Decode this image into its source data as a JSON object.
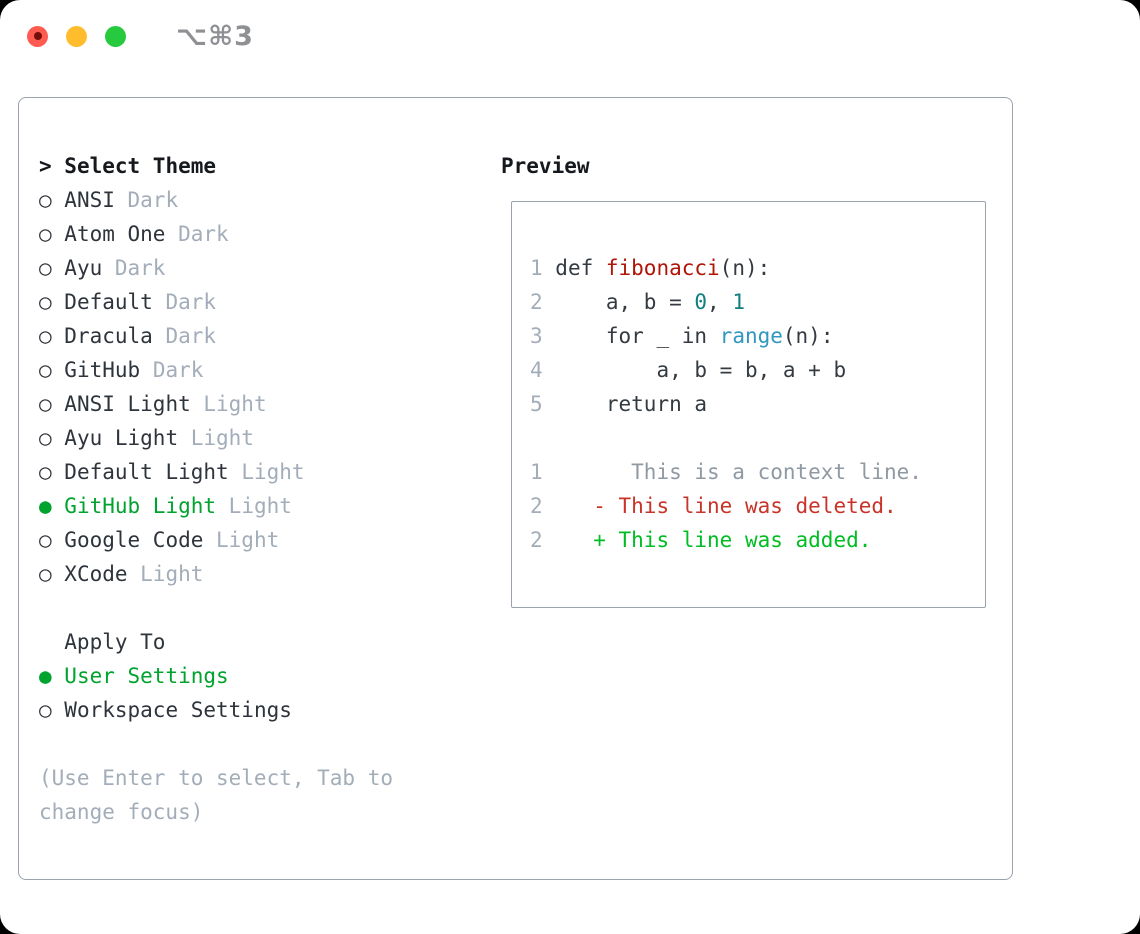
{
  "titlebar": {
    "title": "⌥⌘3",
    "buttons": [
      "close",
      "minimize",
      "zoom"
    ]
  },
  "icons": {
    "radio_unselected": "○",
    "radio_selected": "●",
    "cursor": ">"
  },
  "left_panel": {
    "header": {
      "cursor": "> ",
      "label": "Select Theme"
    },
    "themes": [
      {
        "name": "ANSI",
        "variant": "Dark",
        "selected": false
      },
      {
        "name": "Atom One",
        "variant": "Dark",
        "selected": false
      },
      {
        "name": "Ayu",
        "variant": "Dark",
        "selected": false
      },
      {
        "name": "Default",
        "variant": "Dark",
        "selected": false
      },
      {
        "name": "Dracula",
        "variant": "Dark",
        "selected": false
      },
      {
        "name": "GitHub",
        "variant": "Dark",
        "selected": false
      },
      {
        "name": "ANSI Light",
        "variant": "Light",
        "selected": false
      },
      {
        "name": "Ayu Light",
        "variant": "Light",
        "selected": false
      },
      {
        "name": "Default Light",
        "variant": "Light",
        "selected": false
      },
      {
        "name": "GitHub Light",
        "variant": "Light",
        "selected": true
      },
      {
        "name": "Google Code",
        "variant": "Light",
        "selected": false
      },
      {
        "name": "XCode",
        "variant": "Light",
        "selected": false
      }
    ],
    "apply_to": {
      "header": "Apply To",
      "options": [
        {
          "name": "User Settings",
          "selected": true
        },
        {
          "name": "Workspace Settings",
          "selected": false
        }
      ]
    },
    "help_lines": [
      "(Use Enter to select, Tab to",
      "change focus)"
    ]
  },
  "preview": {
    "title": "Preview",
    "code_lines": [
      {
        "kind": "code",
        "tokens": [
          [
            "ln",
            "1"
          ],
          [
            "pl",
            " def "
          ],
          [
            "fn",
            "fibonacci"
          ],
          [
            "pl",
            "(n):"
          ]
        ]
      },
      {
        "kind": "code",
        "tokens": [
          [
            "ln",
            "2"
          ],
          [
            "pl",
            "     a, b = "
          ],
          [
            "num",
            "0"
          ],
          [
            "pl",
            ", "
          ],
          [
            "num",
            "1"
          ]
        ]
      },
      {
        "kind": "code",
        "tokens": [
          [
            "ln",
            "3"
          ],
          [
            "pl",
            "     for _ in "
          ],
          [
            "call",
            "range"
          ],
          [
            "pl",
            "(n):"
          ]
        ]
      },
      {
        "kind": "code",
        "tokens": [
          [
            "ln",
            "4"
          ],
          [
            "pl",
            "         a, b = b, a + b"
          ]
        ]
      },
      {
        "kind": "code",
        "tokens": [
          [
            "ln",
            "5"
          ],
          [
            "pl",
            "     return a"
          ]
        ]
      },
      {
        "kind": "blank",
        "tokens": []
      },
      {
        "kind": "diff-context",
        "tokens": [
          [
            "ln",
            "1"
          ],
          [
            "ctx",
            "       This is a context line."
          ]
        ]
      },
      {
        "kind": "diff-deleted",
        "tokens": [
          [
            "ln",
            "2"
          ],
          [
            "pl",
            "    "
          ],
          [
            "del",
            "- This line was deleted."
          ]
        ]
      },
      {
        "kind": "diff-added",
        "tokens": [
          [
            "ln",
            "2"
          ],
          [
            "pl",
            "    "
          ],
          [
            "add",
            "+ This line was added."
          ]
        ]
      }
    ]
  },
  "colors": {
    "text_dark": "#2e343b",
    "text_black": "#15181c",
    "text_muted": "#a3adb9",
    "border": "#9aa3ad",
    "selection_green": "#00a32e",
    "diff_added_green": "#00bd23",
    "diff_deleted_red": "#c9342a",
    "function_red": "#b01408",
    "number_teal": "#0f7f80",
    "call_blue": "#2f97c1",
    "traffic_red": "#ff5b50",
    "traffic_yellow": "#ffbd2e",
    "traffic_green": "#27c93f"
  }
}
